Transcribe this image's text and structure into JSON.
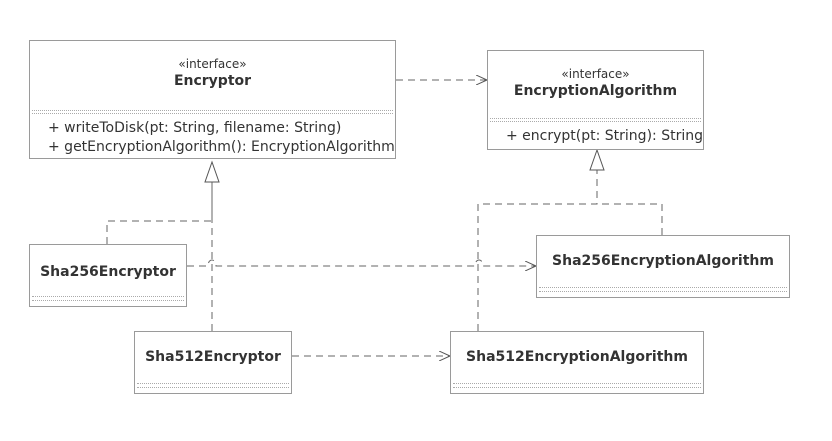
{
  "diagram": {
    "encryptor": {
      "stereotype": "«interface»",
      "name": "Encryptor",
      "operations": [
        "+ writeToDisk(pt: String, filename: String)",
        "+ getEncryptionAlgorithm(): EncryptionAlgorithm"
      ]
    },
    "encryption_algorithm": {
      "stereotype": "«interface»",
      "name": "EncryptionAlgorithm",
      "operations": [
        "+ encrypt(pt: String): String"
      ]
    },
    "sha256_encryptor": {
      "name": "Sha256Encryptor"
    },
    "sha512_encryptor": {
      "name": "Sha512Encryptor"
    },
    "sha256_algorithm": {
      "name": "Sha256EncryptionAlgorithm"
    },
    "sha512_algorithm": {
      "name": "Sha512EncryptionAlgorithm"
    }
  }
}
